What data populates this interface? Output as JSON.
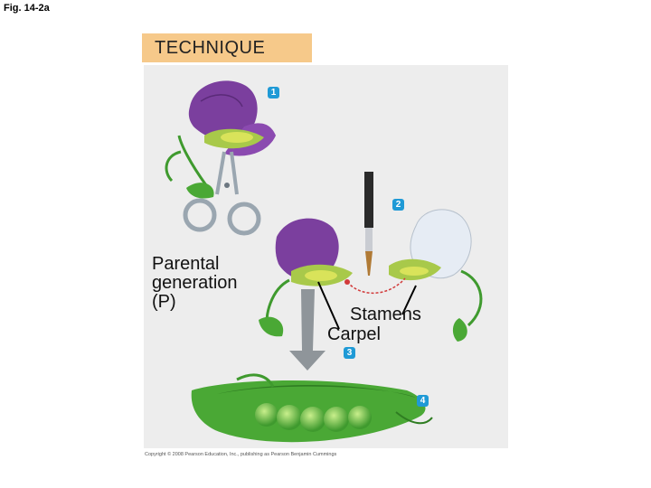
{
  "figure_label": "Fig. 14-2a",
  "header": {
    "title": "TECHNIQUE"
  },
  "steps": [
    "1",
    "2",
    "3",
    "4"
  ],
  "labels": {
    "parental_line1": "Parental",
    "parental_line2": "generation",
    "parental_line3": "(P)",
    "stamens": "Stamens",
    "carpel": "Carpel"
  },
  "copyright": "Copyright © 2008 Pearson Education, Inc., publishing as Pearson Benjamin Cummings",
  "colors": {
    "header_bg": "#f6c98a",
    "step_badge": "#1f9ad6",
    "petal_purple": "#7b3f9e",
    "petal_white": "#e6ecf4",
    "leaf_green": "#3f9a2e",
    "pea_green": "#7cc142",
    "pollen_line": "#d23b3b"
  }
}
